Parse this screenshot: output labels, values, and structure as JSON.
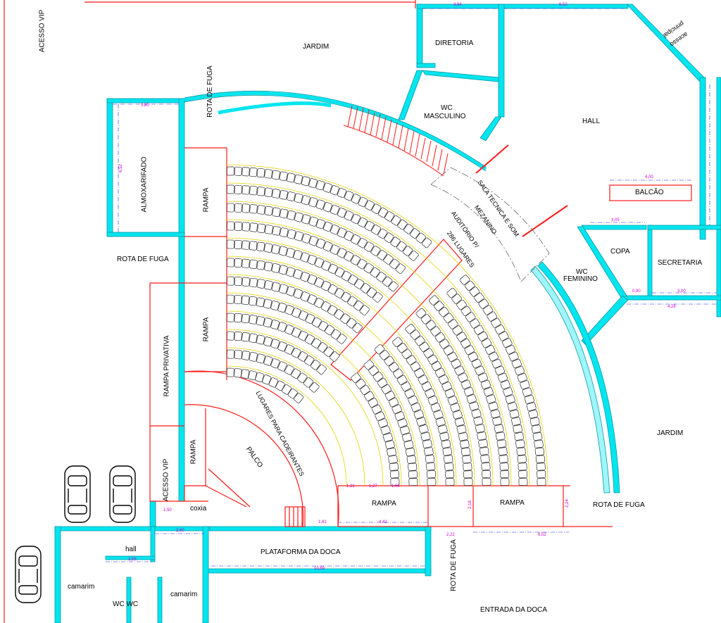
{
  "colors": {
    "wall": "#00e5ee",
    "wall_edge": "#0a9aa8",
    "red": "#ff1a1a",
    "dim": "#cc00cc",
    "seat": "#2a2a2a",
    "yellow": "#e6d200",
    "car": "#000000"
  },
  "labels": {
    "acesso_vip_top": "ACESSO VIP",
    "jardim_top": "JARDIM",
    "rota_fuga_top": "ROTA DE FUGA",
    "diretoria": "DIRETORIA",
    "wc_masculino_1": "WC",
    "wc_masculino_2": "MASCULINO",
    "hall_main": "HALL",
    "principal_1": "principal",
    "principal_2": "acesso",
    "almoxarifado": "ALMOXARIFADO",
    "rampa_top": "RAMPA",
    "rampa_mid": "RAMPA",
    "rampa_priv": "RAMPA PRIVATIVA",
    "rampa_low": "RAMPA",
    "acesso_vip_low": "ACESSO VIP",
    "rota_fuga_left": "ROTA DE FUGA",
    "balcao": "BALCÃO",
    "copa": "COPA",
    "secretaria": "SECRETARIA",
    "wc_feminino_1": "WC",
    "wc_feminino_2": "FEMININO",
    "sala_tecnica": "SALA TECNICA E SOM",
    "mezanino": "MEZANINO",
    "auditorio": "AUDITÓRIO P/",
    "lugares": "286 LUGARES",
    "lugares_cadeirantes": "LUGARES PARA CADEIRANTES",
    "palco": "PALCO",
    "jardim_right": "JARDIM",
    "rota_fuga_right": "ROTA DE FUGA",
    "rampa_bottom_left": "RAMPA",
    "rampa_bottom_right": "RAMPA",
    "coxia": "coxia",
    "plataforma": "PLATAFORMA DA DOCA",
    "rota_fuga_bottom": "ROTA DE FUGA",
    "entrada_doca": "ENTRADA DA DOCA",
    "hall_small": "hall",
    "camarim_left": "camarim",
    "camarim_right": "camarim",
    "wc_wc": "WC WC"
  },
  "dimensions": {
    "d_364": "3,64",
    "d_652_top": "6,52",
    "d_380": "3,80",
    "d_652_left": "6,52",
    "d_400": "4,00",
    "d_305": "3,05",
    "d_300": "3,00",
    "d_428": "4,28",
    "d_090": "0,90",
    "d_442": "4,42",
    "d_181": "1,81",
    "d_652_bottom": "6,52",
    "d_260": "2,60",
    "d_255": "2,55",
    "d_1069": "10,69",
    "d_150": "1,50",
    "d_131": "1,31",
    "d_127": "1,27",
    "d_106": "1,06",
    "d_218": "2,18",
    "d_224": "2,24",
    "d_222": "2,22"
  }
}
